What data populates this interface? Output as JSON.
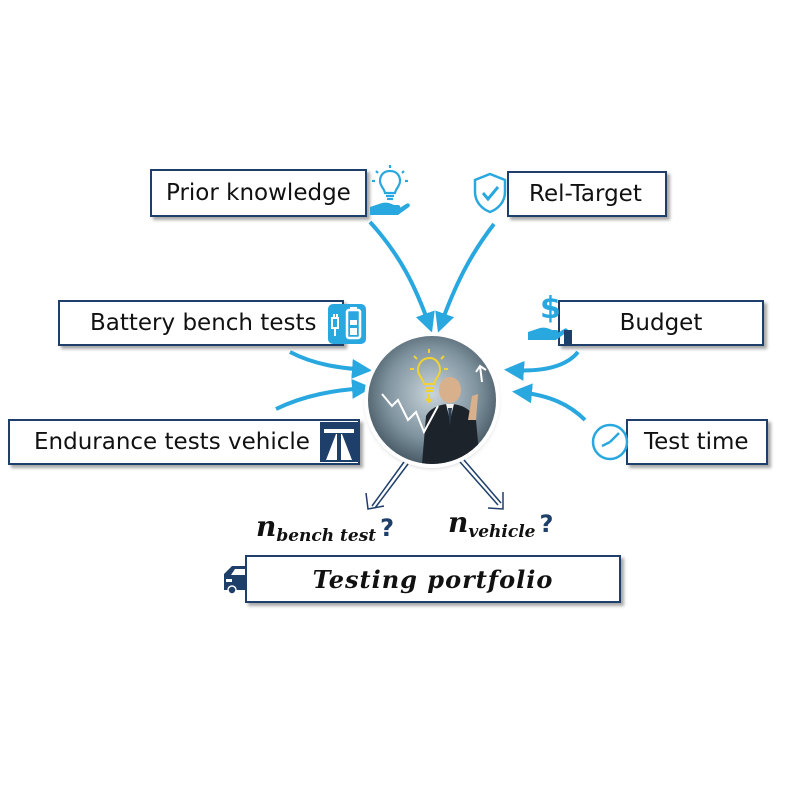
{
  "inputs": {
    "prior_knowledge": "Prior knowledge",
    "rel_target": "Rel-Target",
    "battery_bench_tests": "Battery bench tests",
    "budget": "Budget",
    "endurance_tests_vehicle": "Endurance tests vehicle",
    "test_time": "Test time"
  },
  "outputs": {
    "bench_var": "n",
    "bench_sub": "bench test",
    "vehicle_var": "n",
    "vehicle_sub": "vehicle",
    "question_mark": "?"
  },
  "portfolio": {
    "label": "Testing portfolio"
  },
  "icons": {
    "prior_knowledge": "lightbulb-hand-icon",
    "rel_target": "shield-check-icon",
    "battery_bench_tests": "battery-plug-icon",
    "budget": "dollar-hand-icon",
    "endurance_tests_vehicle": "highway-icon",
    "test_time": "clock-icon",
    "portfolio": "cars-icon"
  },
  "colors": {
    "arrow": "#29a8e0",
    "border": "#1f3f6b",
    "icon_light": "#29a8e0",
    "icon_dark": "#1f3f6b"
  }
}
